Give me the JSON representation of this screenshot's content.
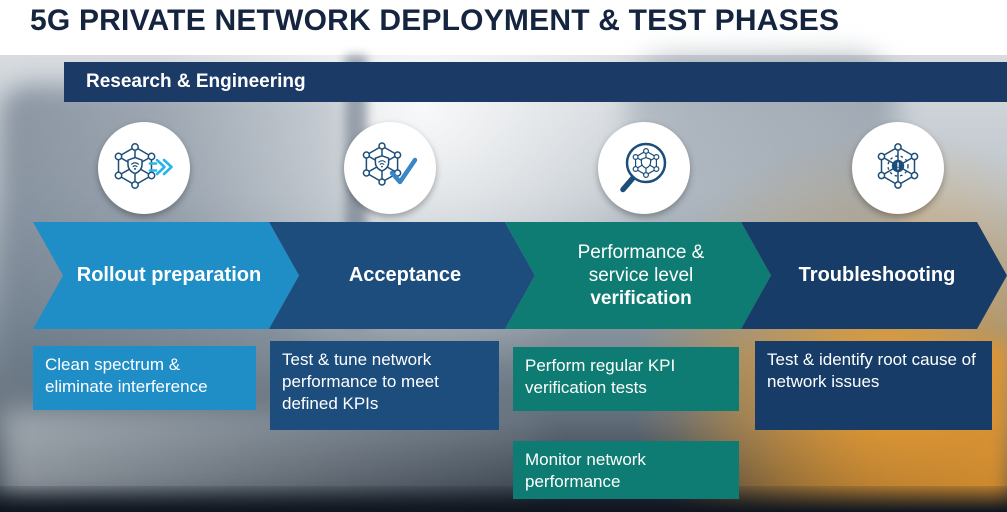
{
  "title": "5G PRIVATE NETWORK DEPLOYMENT & TEST PHASES",
  "banner": {
    "label": "Research & Engineering",
    "bg": "#1b3a66"
  },
  "phases": [
    {
      "title": "Rollout preparation",
      "icon": "network-shield-speed-arrows-icon",
      "color": "#1f8dc6",
      "cards": [
        {
          "text": "Clean spectrum & eliminate interference"
        }
      ]
    },
    {
      "title": "Acceptance",
      "icon": "network-shield-checkmark-icon",
      "color": "#1c4d7c",
      "cards": [
        {
          "text": "Test & tune network performance to meet defined KPIs"
        }
      ]
    },
    {
      "title": "Performance & service level",
      "title_emphasis": "verification",
      "icon": "network-magnifier-icon",
      "color": "#0e7c72",
      "cards": [
        {
          "text": "Perform regular KPI verification tests"
        },
        {
          "text": "Monitor network performance"
        }
      ]
    },
    {
      "title": "Troubleshooting",
      "icon": "network-alert-icon",
      "color": "#173c68",
      "cards": [
        {
          "text": "Test & identify root cause of network issues"
        }
      ]
    }
  ]
}
